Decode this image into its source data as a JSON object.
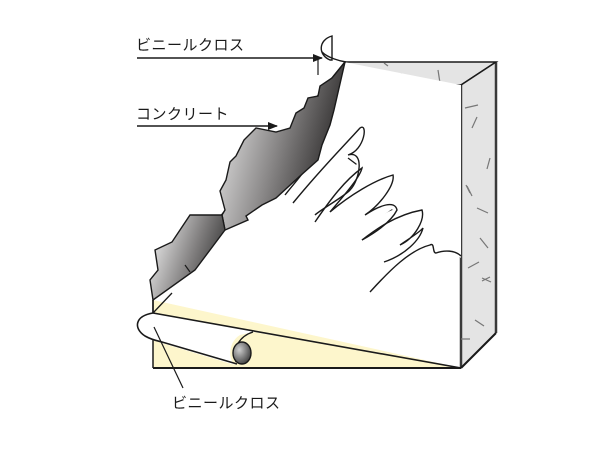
{
  "diagram": {
    "labels": {
      "top_vinyl": "ビニールクロス",
      "concrete": "コンクリート",
      "bottom_vinyl": "ビニールクロス"
    },
    "colors": {
      "stroke": "#1a1a1a",
      "wall_side": "#e4e4e4",
      "floor": "#fdf6cc",
      "concrete_dark": "#3c3a3a",
      "concrete_light": "#f4f4f4",
      "texture_dash": "#777777"
    }
  }
}
